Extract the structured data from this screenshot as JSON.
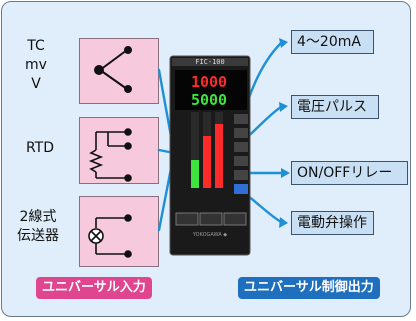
{
  "inputs": {
    "tc_lines": [
      "TC",
      "mv",
      "V"
    ],
    "rtd": "RTD",
    "transmitter_lines": [
      "2線式",
      "伝送器"
    ],
    "section_label": "ユニバーサル入力"
  },
  "outputs": {
    "items": [
      "4～20mA",
      "電圧パルス",
      "ON/OFFリレー",
      "電動弁操作"
    ],
    "section_label": "ユニバーサル制御出力"
  },
  "device": {
    "model": "FIC-100",
    "pv_display": "1000",
    "sv_display": "5000",
    "brand": "YOKOGAWA ◆"
  },
  "colors": {
    "frame_bg": "#dfeefa",
    "input_box": "#f7c9dd",
    "output_box": "#c9dff3",
    "input_tag": "#e0458f",
    "output_tag": "#1f6fbf",
    "connector": "#1f8fd6",
    "pv_red": "#ff2a2a",
    "sv_green": "#3ee33e"
  }
}
